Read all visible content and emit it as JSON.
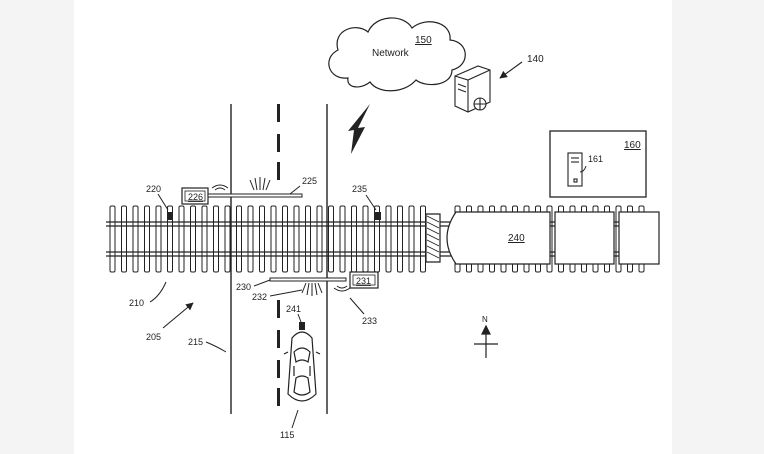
{
  "figure": {
    "network_label": "Network",
    "ref_network": "150",
    "ref_server": "140",
    "ref_remote_station": "160",
    "ref_remote_computer": "161",
    "ref_train": "240",
    "ref_gate_sensor_a": "226",
    "ref_gate_sensor_b": "231",
    "ref_225": "225",
    "ref_220": "220",
    "ref_235": "235",
    "ref_210": "210",
    "ref_205": "205",
    "ref_215": "215",
    "ref_230": "230",
    "ref_232": "232",
    "ref_233": "233",
    "ref_241": "241",
    "ref_115": "115",
    "compass_north": "N"
  },
  "colors": {
    "background": "#ffffff",
    "canvas": "#ffffff",
    "ink": "#222222"
  },
  "icons": [
    "cloud-icon",
    "lightning-icon",
    "server-icon",
    "computer-tower-icon",
    "wireless-signal-icon",
    "car-icon",
    "compass-icon"
  ]
}
